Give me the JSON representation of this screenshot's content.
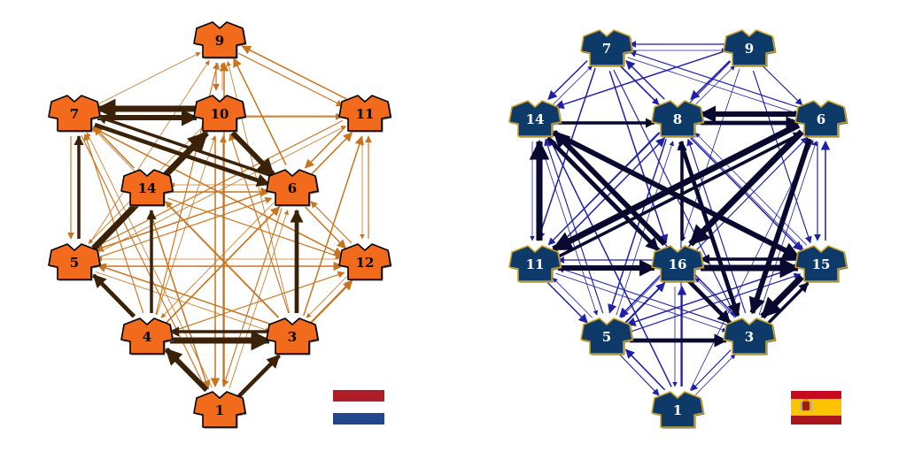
{
  "teams": [
    {
      "id": "netherlands",
      "jersey_color": "#F26A1B",
      "jersey_trim": "#000000",
      "number_color": "#000000",
      "light_edge_color": "#C8741E",
      "heavy_edge_color": "#3A2108",
      "flag": "netherlands-flag",
      "flag_colors": [
        "#AE1C28",
        "#FFFFFF",
        "#21468B"
      ],
      "players": [
        "9",
        "7",
        "10",
        "11",
        "14",
        "6",
        "5",
        "12",
        "4",
        "3",
        "1"
      ],
      "heavy_passes": [
        [
          "5",
          "7"
        ],
        [
          "4",
          "5"
        ],
        [
          "1",
          "4"
        ],
        [
          "4",
          "3"
        ],
        [
          "3",
          "4"
        ],
        [
          "1",
          "3"
        ],
        [
          "7",
          "10"
        ],
        [
          "10",
          "7"
        ],
        [
          "6",
          "7"
        ],
        [
          "7",
          "6"
        ],
        [
          "10",
          "6"
        ],
        [
          "5",
          "10"
        ],
        [
          "4",
          "14"
        ],
        [
          "3",
          "6"
        ]
      ],
      "light_passes": [
        [
          "7",
          "9"
        ],
        [
          "9",
          "11"
        ],
        [
          "11",
          "9"
        ],
        [
          "10",
          "9"
        ],
        [
          "9",
          "10"
        ],
        [
          "6",
          "9"
        ],
        [
          "3",
          "9"
        ],
        [
          "4",
          "9"
        ],
        [
          "1",
          "9"
        ],
        [
          "7",
          "11"
        ],
        [
          "10",
          "11"
        ],
        [
          "11",
          "6"
        ],
        [
          "11",
          "12"
        ],
        [
          "12",
          "11"
        ],
        [
          "14",
          "7"
        ],
        [
          "5",
          "14"
        ],
        [
          "12",
          "6"
        ],
        [
          "6",
          "12"
        ],
        [
          "12",
          "3"
        ],
        [
          "3",
          "12"
        ],
        [
          "5",
          "12"
        ],
        [
          "12",
          "5"
        ],
        [
          "1",
          "10"
        ],
        [
          "10",
          "1"
        ],
        [
          "1",
          "7"
        ],
        [
          "7",
          "1"
        ],
        [
          "14",
          "1"
        ],
        [
          "1",
          "6"
        ],
        [
          "6",
          "1"
        ],
        [
          "1",
          "12"
        ],
        [
          "4",
          "10"
        ],
        [
          "4",
          "7"
        ],
        [
          "4",
          "6"
        ],
        [
          "6",
          "4"
        ],
        [
          "4",
          "12"
        ],
        [
          "4",
          "11"
        ],
        [
          "3",
          "7"
        ],
        [
          "3",
          "10"
        ],
        [
          "3",
          "5"
        ],
        [
          "5",
          "3"
        ],
        [
          "3",
          "14"
        ],
        [
          "3",
          "11"
        ],
        [
          "5",
          "11"
        ],
        [
          "5",
          "6"
        ],
        [
          "6",
          "5"
        ],
        [
          "5",
          "9"
        ],
        [
          "7",
          "5"
        ],
        [
          "14",
          "6"
        ],
        [
          "6",
          "14"
        ],
        [
          "14",
          "12"
        ],
        [
          "14",
          "10"
        ],
        [
          "10",
          "5"
        ],
        [
          "11",
          "5"
        ],
        [
          "7",
          "12"
        ]
      ]
    },
    {
      "id": "spain",
      "jersey_color": "#0E3A6A",
      "jersey_trim": "#C9A227",
      "number_color": "#FFFFFF",
      "light_edge_color": "#1F1FA8",
      "heavy_edge_color": "#090930",
      "flag": "spain-flag",
      "flag_colors": [
        "#C60B1E",
        "#FFC400",
        "#AA151B"
      ],
      "players": [
        "7",
        "9",
        "14",
        "8",
        "6",
        "11",
        "16",
        "15",
        "5",
        "3",
        "1"
      ],
      "heavy_passes": [
        [
          "14",
          "8"
        ],
        [
          "8",
          "6"
        ],
        [
          "6",
          "8"
        ],
        [
          "11",
          "14"
        ],
        [
          "16",
          "8"
        ],
        [
          "14",
          "16"
        ],
        [
          "16",
          "14"
        ],
        [
          "6",
          "11"
        ],
        [
          "11",
          "6"
        ],
        [
          "8",
          "3"
        ],
        [
          "6",
          "3"
        ],
        [
          "15",
          "3"
        ],
        [
          "3",
          "15"
        ],
        [
          "5",
          "3"
        ],
        [
          "11",
          "16"
        ],
        [
          "16",
          "15"
        ],
        [
          "15",
          "16"
        ],
        [
          "14",
          "3"
        ],
        [
          "14",
          "15"
        ],
        [
          "6",
          "16"
        ],
        [
          "16",
          "3"
        ]
      ],
      "light_passes": [
        [
          "7",
          "9"
        ],
        [
          "9",
          "7"
        ],
        [
          "7",
          "14"
        ],
        [
          "14",
          "7"
        ],
        [
          "7",
          "8"
        ],
        [
          "8",
          "7"
        ],
        [
          "7",
          "6"
        ],
        [
          "6",
          "7"
        ],
        [
          "9",
          "8"
        ],
        [
          "8",
          "9"
        ],
        [
          "9",
          "6"
        ],
        [
          "9",
          "14"
        ],
        [
          "9",
          "16"
        ],
        [
          "9",
          "15"
        ],
        [
          "7",
          "16"
        ],
        [
          "7",
          "15"
        ],
        [
          "7",
          "3"
        ],
        [
          "7",
          "11"
        ],
        [
          "14",
          "5"
        ],
        [
          "5",
          "14"
        ],
        [
          "11",
          "5"
        ],
        [
          "5",
          "11"
        ],
        [
          "5",
          "1"
        ],
        [
          "1",
          "5"
        ],
        [
          "1",
          "3"
        ],
        [
          "3",
          "1"
        ],
        [
          "1",
          "16"
        ],
        [
          "16",
          "1"
        ],
        [
          "1",
          "8"
        ],
        [
          "1",
          "14"
        ],
        [
          "1",
          "6"
        ],
        [
          "6",
          "15"
        ],
        [
          "15",
          "6"
        ],
        [
          "11",
          "3"
        ],
        [
          "3",
          "11"
        ],
        [
          "5",
          "16"
        ],
        [
          "16",
          "5"
        ],
        [
          "5",
          "15"
        ],
        [
          "15",
          "5"
        ],
        [
          "11",
          "15"
        ],
        [
          "15",
          "11"
        ],
        [
          "8",
          "5"
        ],
        [
          "5",
          "8"
        ],
        [
          "14",
          "6"
        ],
        [
          "8",
          "15"
        ],
        [
          "15",
          "8"
        ],
        [
          "8",
          "11"
        ],
        [
          "11",
          "8"
        ],
        [
          "3",
          "16"
        ],
        [
          "3",
          "8"
        ],
        [
          "3",
          "14"
        ],
        [
          "3",
          "6"
        ],
        [
          "5",
          "6"
        ],
        [
          "6",
          "5"
        ],
        [
          "14",
          "11"
        ],
        [
          "9",
          "11"
        ]
      ]
    }
  ]
}
